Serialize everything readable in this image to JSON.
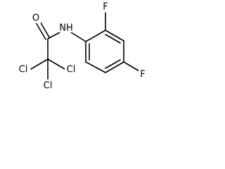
{
  "molecule": {
    "atoms": {
      "o": "O",
      "nh": "NH",
      "f_ortho": "F",
      "f_para": "F",
      "cl_left": "Cl",
      "cl_right": "Cl",
      "cl_bottom": "Cl"
    }
  }
}
